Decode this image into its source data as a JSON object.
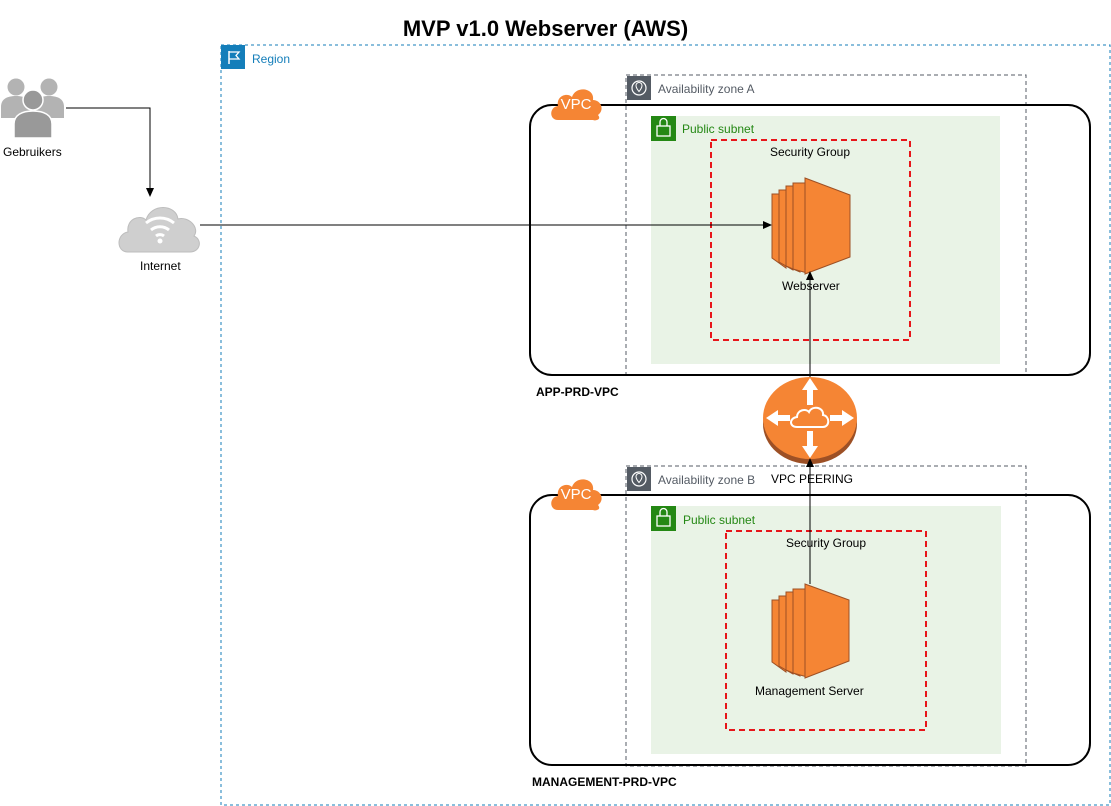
{
  "title": "MVP v1.0 Webserver (AWS)",
  "users": {
    "label": "Gebruikers",
    "icon": "users-icon"
  },
  "internet": {
    "label": "Internet",
    "icon": "internet-cloud-icon"
  },
  "region": {
    "label": "Region",
    "icon": "region-flag-icon",
    "color": "#147eba"
  },
  "vpc_badge": "VPC",
  "app_vpc": {
    "name": "APP-PRD-VPC",
    "availability_zone": "Availability zone A",
    "subnet": "Public subnet",
    "security_group": "Security Group",
    "server": "Webserver"
  },
  "peering": {
    "label": "VPC PEERING",
    "icon": "vpc-peering-icon"
  },
  "mgmt_vpc": {
    "name": "MANAGEMENT-PRD-VPC",
    "availability_zone": "Availability zone B",
    "subnet": "Public subnet",
    "security_group": "Security Group",
    "server": "Management Server"
  },
  "colors": {
    "aws_orange": "#f58534",
    "subnet_fill": "#e9f3e6",
    "subnet_green": "#248814",
    "security_group_red": "#e7151a",
    "az_gray": "#545b64"
  }
}
